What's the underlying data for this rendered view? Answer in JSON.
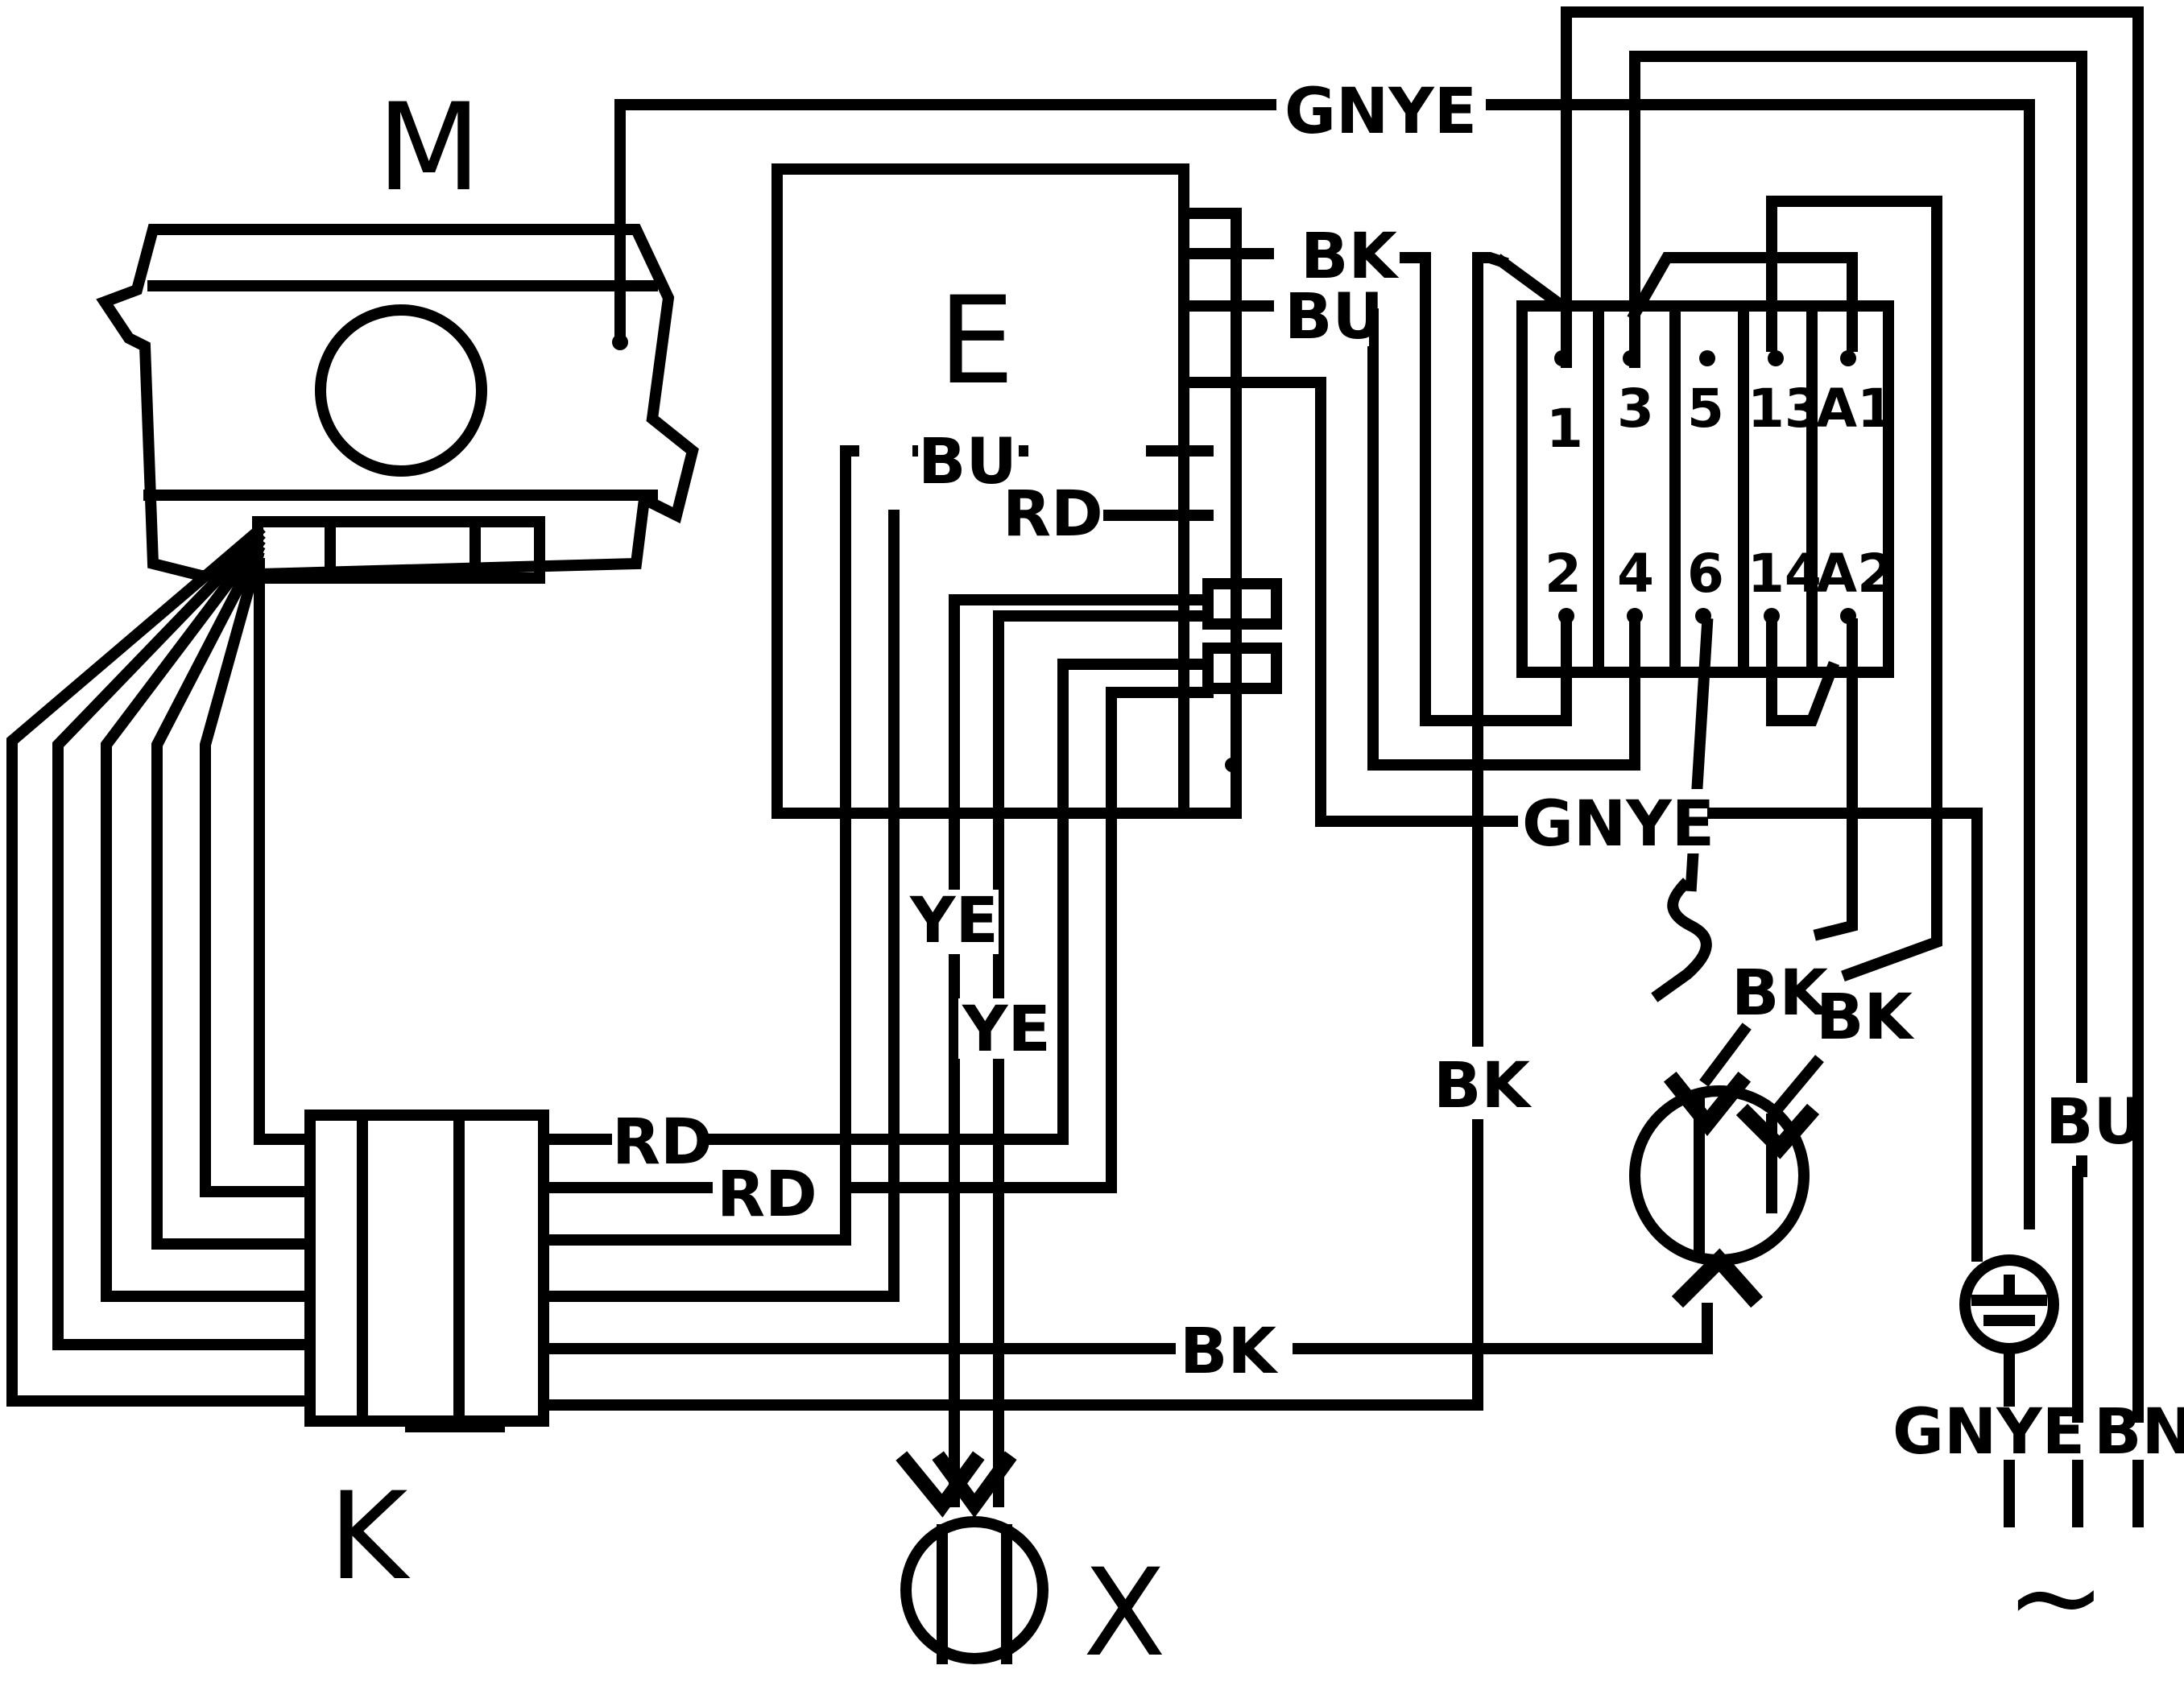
{
  "components": {
    "motor": "M",
    "control_unit": "E",
    "terminal_block": "K",
    "plug_x": "X"
  },
  "wire_labels": {
    "gnye_top": "GNYE",
    "bk_e": "BK",
    "bu_e": "BU",
    "bu_inner": "BU",
    "rd_inner": "RD",
    "gnye_mid": "GNYE",
    "ye_1": "YE",
    "ye_2": "YE",
    "bk_vertical": "BK",
    "bk_ring_1": "BK",
    "bk_ring_2": "BK",
    "bu_right": "BU",
    "rd_1": "RD",
    "rd_2": "RD",
    "bk_bottom": "BK",
    "gnye_supply": "GNYE",
    "bn_supply": "BN"
  },
  "contactor_terminals": {
    "top": [
      "1",
      "3",
      "5",
      "13",
      "A1"
    ],
    "bottom": [
      "2",
      "4",
      "6",
      "14",
      "A2"
    ]
  },
  "supply_symbol": "~"
}
